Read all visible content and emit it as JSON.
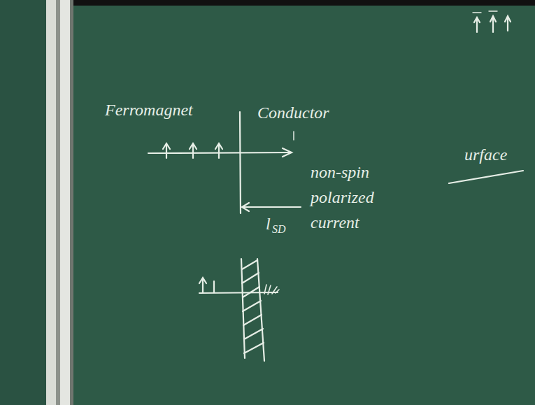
{
  "diagram": {
    "labels": [
      "Ferromagnet",
      "Conductor",
      "non-spin polarized current",
      "l",
      "SD",
      "urface"
    ]
  }
}
